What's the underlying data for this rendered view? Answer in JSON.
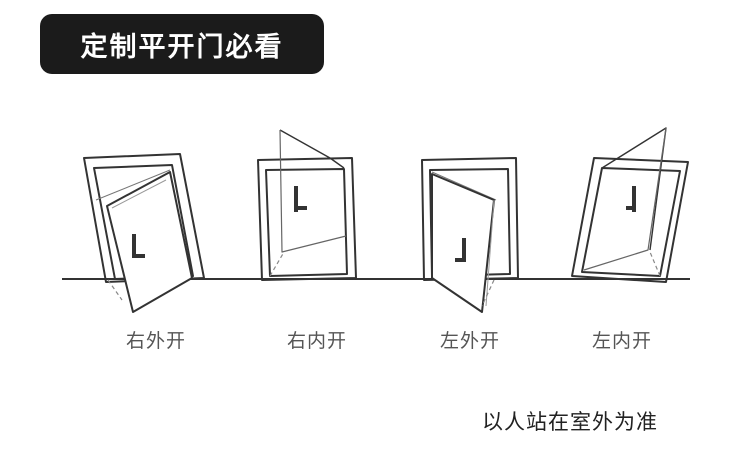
{
  "title": "定制平开门必看",
  "doors": [
    {
      "label": "右外开"
    },
    {
      "label": "右内开"
    },
    {
      "label": "左外开"
    },
    {
      "label": "左内开"
    }
  ],
  "note": "以人站在室外为准",
  "colors": {
    "badge": "#1b1b1b",
    "line": "#333333",
    "label": "#555555"
  }
}
